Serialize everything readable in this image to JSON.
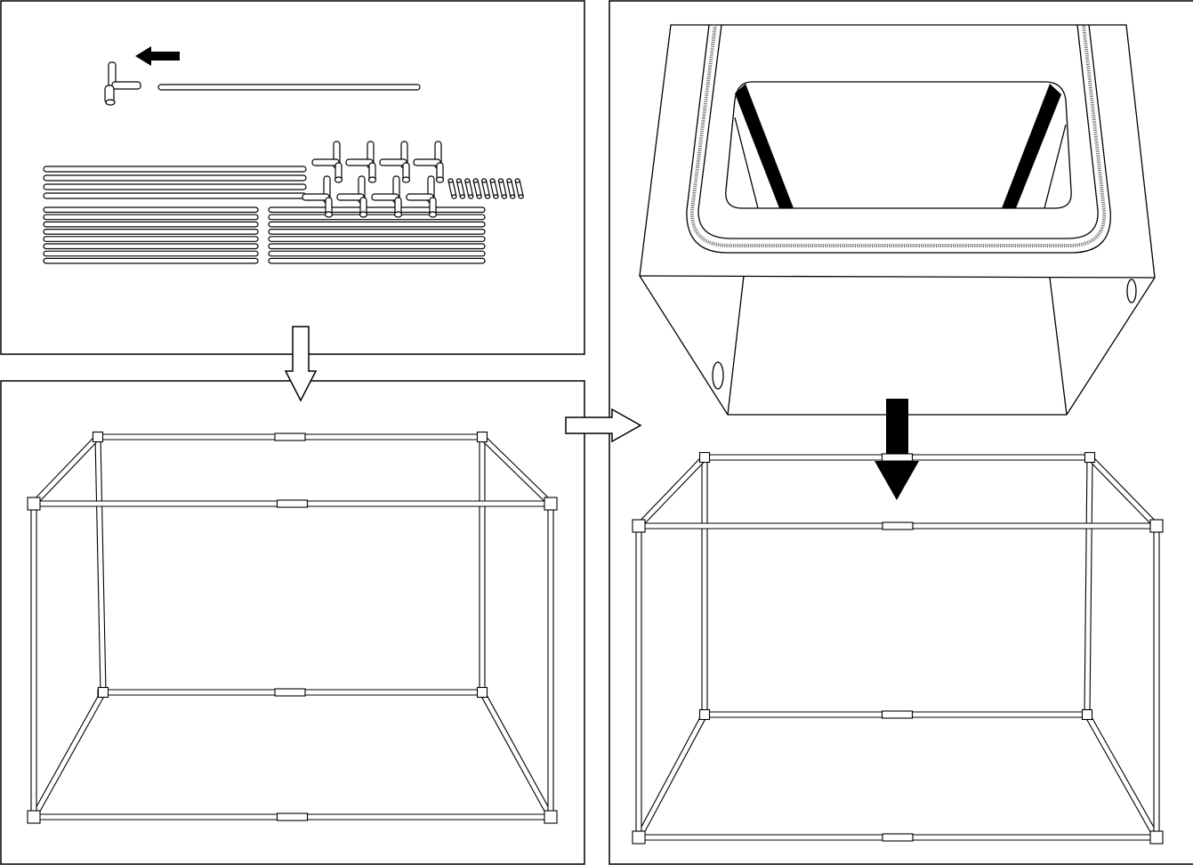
{
  "colors": {
    "ink": "#000000",
    "paper": "#ffffff",
    "stitch": "#8a8a8a"
  },
  "panels": [
    {
      "name": "parts-panel",
      "depicts": "parts-kit"
    },
    {
      "name": "assembled-frame-panel",
      "depicts": "assembled-frame"
    },
    {
      "name": "cover-fitting-panel",
      "depicts": "cover-onto-frame"
    }
  ],
  "parts": {
    "long_poles": 18,
    "corner_connectors": 8,
    "short_connectors": 9
  },
  "icons": [
    "left-arrow-icon",
    "down-arrow-outline-icon",
    "right-arrow-outline-icon",
    "down-arrow-solid-icon"
  ]
}
